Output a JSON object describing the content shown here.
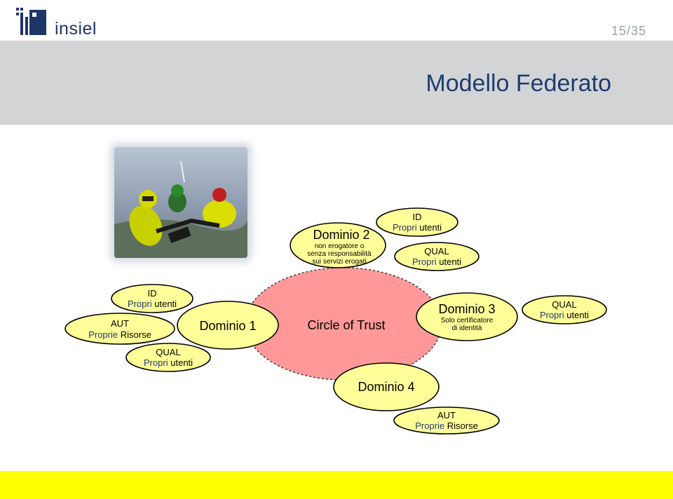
{
  "header": {
    "logo_text": "insiel",
    "page_number": "15/35",
    "title": "Modello Federato"
  },
  "diagram": {
    "circle_of_trust": "Circle of Trust",
    "dominio1": {
      "name": "Dominio 1"
    },
    "dominio2": {
      "name": "Dominio 2",
      "line1": "non erogatore o",
      "line2": "senza responsabilità",
      "line3": "sui servizi erogati"
    },
    "dominio3": {
      "name": "Dominio 3",
      "line1": "Solo certificatore",
      "line2": "di identità"
    },
    "dominio4": {
      "name": "Dominio 4"
    },
    "d1_id": {
      "tag": "ID",
      "word": "Propri",
      "rest": "utenti"
    },
    "d1_aut": {
      "tag": "AUT",
      "word": "Proprie",
      "rest": "Risorse"
    },
    "d1_qual": {
      "tag": "QUAL",
      "word": "Propri",
      "rest": "utenti"
    },
    "d2_id": {
      "tag": "ID",
      "word": "Propri",
      "rest": "utenti"
    },
    "d2_qual": {
      "tag": "QUAL",
      "word": "Propri",
      "rest": "utenti"
    },
    "d3_qual": {
      "tag": "QUAL",
      "word": "Propri",
      "rest": "utenti"
    },
    "d4_aut": {
      "tag": "AUT",
      "word": "Proprie",
      "rest": "Risorse"
    }
  },
  "colors": {
    "title_band": "#d3d4d6",
    "bubble_fill": "#ffff99",
    "trust_fill": "#ff9999",
    "bottom_band": "#ffff00",
    "title_text": "#1f3b70"
  }
}
